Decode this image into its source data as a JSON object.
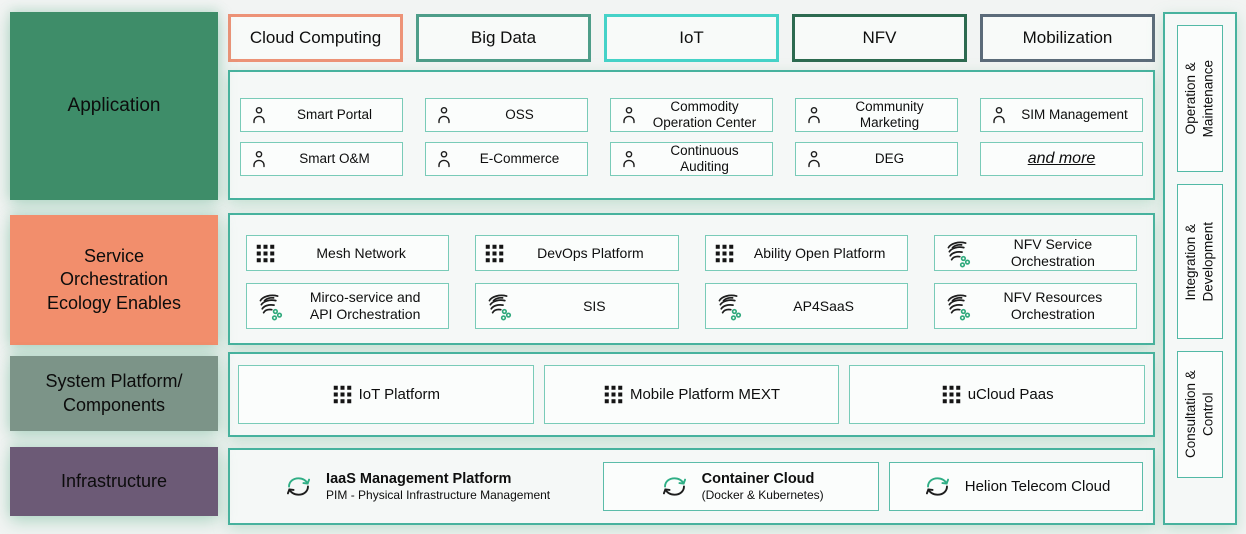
{
  "colors": {
    "teal_border": "#47b29e",
    "item_border": "#79cbb8",
    "icon_green": "#2fa97c",
    "icon_black": "#1d1d1d",
    "application_bg": "#3e8d69",
    "service_bg": "#f28e6c",
    "system_bg": "#7c9488",
    "infrastructure_bg": "#6c5a76",
    "cloud_computing_border": "#ed9277",
    "big_data_border": "#4e9d89",
    "iot_border": "#46d2c8",
    "nfv_border": "#2d6a50",
    "mobilization_border": "#5c6b7a"
  },
  "left_labels": [
    {
      "id": "application",
      "label": "Application",
      "bg": "#3e8d69"
    },
    {
      "id": "service-orchestration-ecology-enables",
      "label": "Service\nOrchestration\nEcology Enables",
      "bg": "#f28e6c"
    },
    {
      "id": "system-platform-components",
      "label": "System Platform/\nComponents",
      "bg": "#7c9488"
    },
    {
      "id": "infrastructure",
      "label": "Infrastructure",
      "bg": "#6c5a76"
    }
  ],
  "categories": [
    {
      "label": "Cloud Computing",
      "border": "#ed9277"
    },
    {
      "label": "Big Data",
      "border": "#4e9d89"
    },
    {
      "label": "IoT",
      "border": "#46d2c8"
    },
    {
      "label": "NFV",
      "border": "#2d6a50"
    },
    {
      "label": "Mobilization",
      "border": "#5c6b7a"
    }
  ],
  "application_items": [
    {
      "label": "Smart Portal",
      "icon": "person-icon"
    },
    {
      "label": "OSS",
      "icon": "person-icon"
    },
    {
      "label": "Commodity\nOperation Center",
      "icon": "person-icon"
    },
    {
      "label": "Community\nMarketing",
      "icon": "person-icon"
    },
    {
      "label": "SIM Management",
      "icon": "person-icon"
    },
    {
      "label": "Smart O&M",
      "icon": "person-icon"
    },
    {
      "label": "E-Commerce",
      "icon": "person-icon"
    },
    {
      "label": "Continuous Auditing",
      "icon": "person-icon"
    },
    {
      "label": "DEG",
      "icon": "person-icon"
    },
    {
      "label": "and more",
      "icon": null,
      "style": "more"
    }
  ],
  "service_items": [
    {
      "label": "Mesh Network",
      "icon": "grid-icon"
    },
    {
      "label": "DevOps Platform",
      "icon": "grid-icon"
    },
    {
      "label": "Ability Open Platform",
      "icon": "grid-icon"
    },
    {
      "label": "NFV Service\nOrchestration",
      "icon": "swirl-icon"
    },
    {
      "label": "Mirco-service and\nAPI Orchestration",
      "icon": "swirl-icon"
    },
    {
      "label": "SIS",
      "icon": "swirl-icon"
    },
    {
      "label": "AP4SaaS",
      "icon": "swirl-icon"
    },
    {
      "label": "NFV Resources\nOrchestration",
      "icon": "swirl-icon"
    }
  ],
  "system_items": [
    {
      "label": "IoT Platform",
      "icon": "grid-icon"
    },
    {
      "label": "Mobile Platform MEXT",
      "icon": "grid-icon"
    },
    {
      "label": "uCloud Paas",
      "icon": "grid-icon"
    }
  ],
  "infrastructure_items": [
    {
      "title": "IaaS Management Platform",
      "subtitle": "PIM - Physical Infrastructure Management",
      "icon": "cycle-icon",
      "boxed": false,
      "bold": true
    },
    {
      "title": "Container Cloud",
      "subtitle": "(Docker & Kubernetes)",
      "icon": "cycle-icon",
      "boxed": true,
      "bold": true
    },
    {
      "title": "Helion Telecom Cloud",
      "subtitle": "",
      "icon": "cycle-icon",
      "boxed": true,
      "bold": false
    }
  ],
  "right_panels": [
    {
      "label": "Operation &\nMaintenance"
    },
    {
      "label": "Integration &\nDevelopment"
    },
    {
      "label": "Consultation & Control"
    }
  ]
}
